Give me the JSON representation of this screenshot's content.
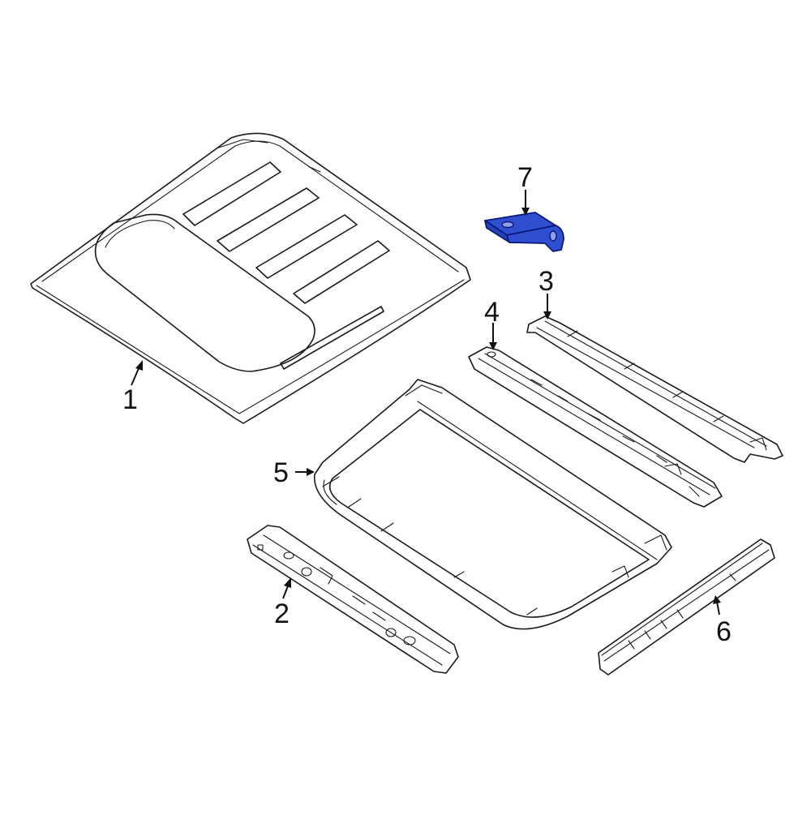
{
  "callouts": {
    "part1": "1",
    "part2": "2",
    "part3": "3",
    "part4": "4",
    "part5": "5",
    "part6": "6",
    "part7": "7"
  },
  "colors": {
    "highlight": "#2f4fd0",
    "highlight_stroke": "#0a1a7a",
    "line": "#1a1a1a"
  }
}
